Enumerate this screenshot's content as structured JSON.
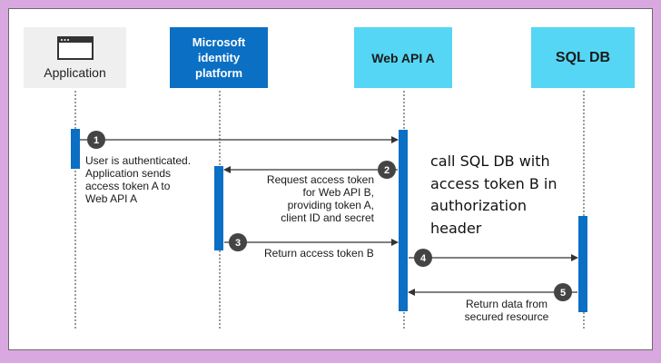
{
  "colors": {
    "frame": "#d9a8e0",
    "blue": "#0b6fc4",
    "cyan": "#55d6f5",
    "gray_box": "#efefef",
    "badge": "#444444"
  },
  "participants": {
    "application": {
      "label": "Application",
      "icon": "browser-window-icon"
    },
    "identity": {
      "label_lines": [
        "Microsoft",
        "identity",
        "platform"
      ]
    },
    "web_api": {
      "label": "Web API A"
    },
    "sql_db": {
      "label": "SQL DB"
    }
  },
  "steps": [
    {
      "number": "1",
      "text_lines": [
        "User is authenticated.",
        "Application sends",
        "access token A to",
        "Web API A"
      ]
    },
    {
      "number": "2",
      "text_lines": [
        "Request access token",
        "for Web API B,",
        "providing token A,",
        "client ID and secret"
      ]
    },
    {
      "number": "3",
      "text_lines": [
        "Return access token B"
      ]
    },
    {
      "number": "4",
      "text_lines": []
    },
    {
      "number": "5",
      "text_lines": [
        "Return data from",
        "secured resource"
      ]
    }
  ],
  "note": {
    "lines": [
      "call SQL DB with",
      "access token B in",
      "authorization",
      "header"
    ]
  }
}
